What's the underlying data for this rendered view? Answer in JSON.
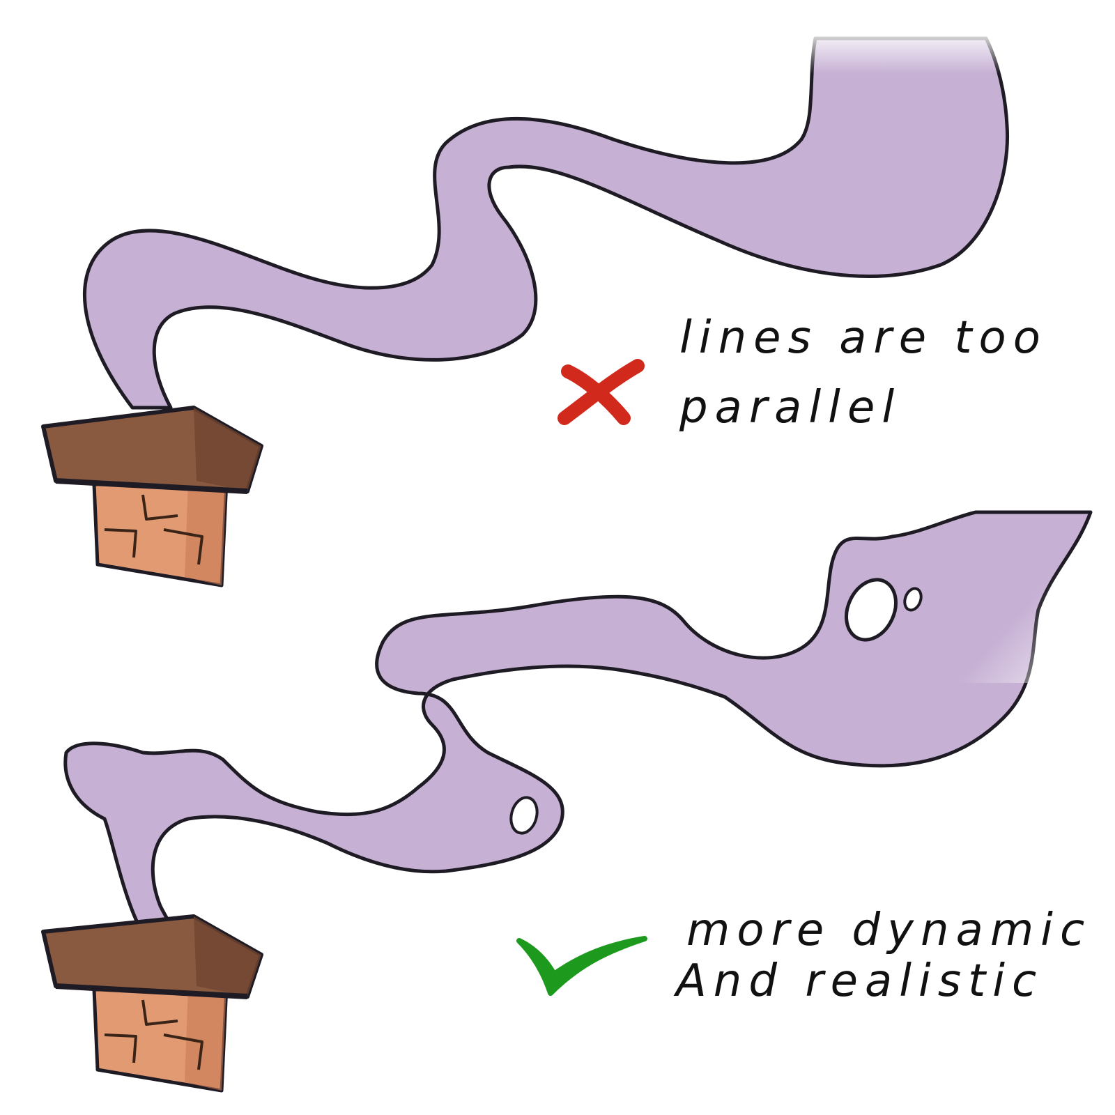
{
  "colors": {
    "smoke": "#c6b0d4",
    "smoke_highlight": "#ece5f2",
    "outline": "#1f1b24",
    "chimney_cap": "#8a5a40",
    "chimney_cap_shadow": "#6f4530",
    "chimney_body": "#e29a72",
    "chimney_body_shadow": "#c97b57",
    "wrong_mark": "#d12a1c",
    "right_mark": "#1d9a1d",
    "background": "#ffffff"
  },
  "examples": [
    {
      "verdict_icon": "cross-icon",
      "note_lines": [
        "lines are too",
        "parallel"
      ]
    },
    {
      "verdict_icon": "checkmark-icon",
      "note_lines": [
        "more dynamic",
        "And realistic"
      ]
    }
  ]
}
